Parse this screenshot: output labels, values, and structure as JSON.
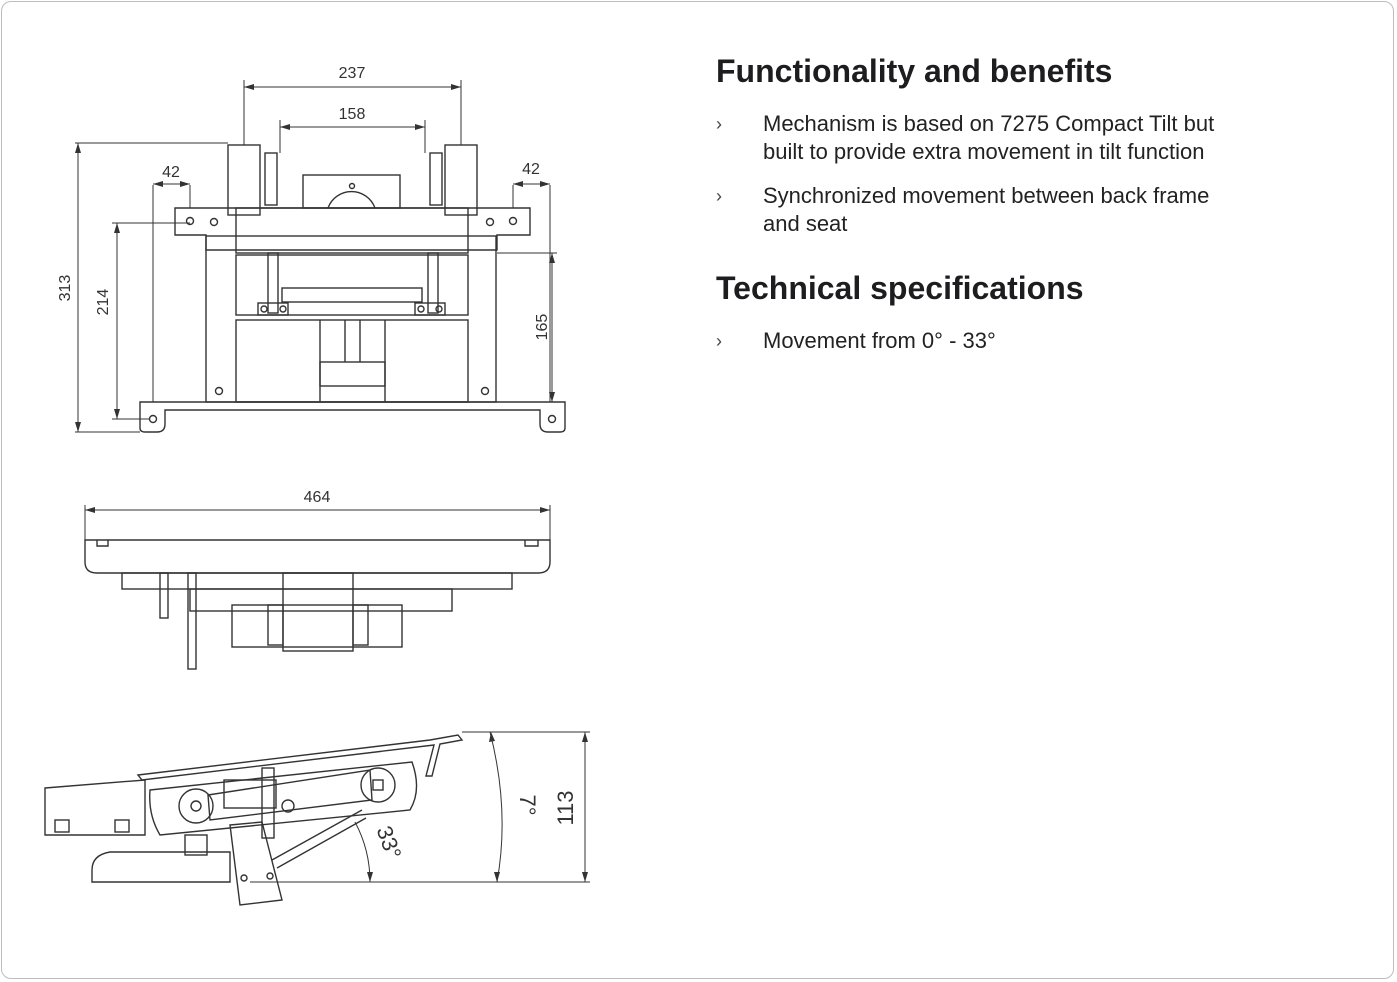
{
  "sections": {
    "functionality": {
      "title": "Functionality and benefits",
      "items": [
        "Mechanism is based on 7275 Compact Tilt but built to provide extra movement in tilt function",
        "Synchronized movement between back frame and seat"
      ]
    },
    "specifications": {
      "title": "Technical specifications",
      "items": [
        "Movement from 0° - 33°"
      ]
    }
  },
  "bullet_glyph": "›",
  "drawings": {
    "top_view": {
      "dims": {
        "width_outer_top": "237",
        "width_inner_top": "158",
        "left_offset": "42",
        "right_offset": "42",
        "overall_height": "313",
        "hole_height": "214",
        "right_height": "165"
      }
    },
    "front_view": {
      "dims": {
        "overall_width": "464"
      }
    },
    "side_view": {
      "dims": {
        "tilt_angle": "33°",
        "base_angle": "7°",
        "height": "113"
      }
    }
  }
}
